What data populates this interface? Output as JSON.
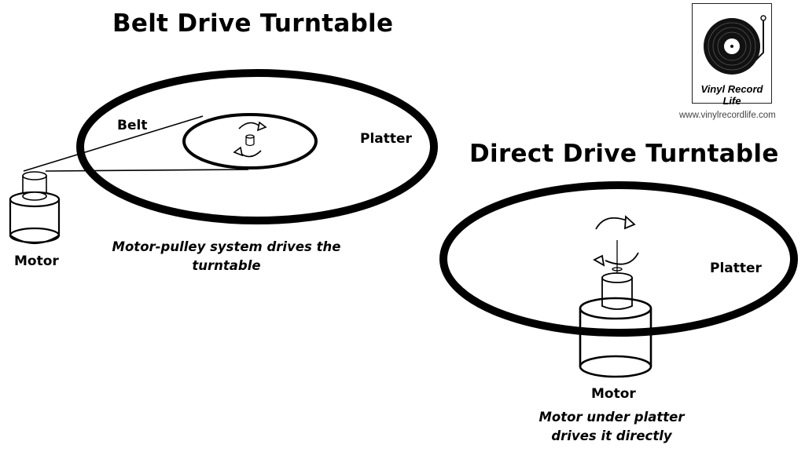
{
  "belt": {
    "title": "Belt Drive Turntable",
    "belt_label": "Belt",
    "platter_label": "Platter",
    "motor_label": "Motor",
    "caption_line1": "Motor-pulley system drives the",
    "caption_line2": "turntable"
  },
  "direct": {
    "title": "Direct Drive Turntable",
    "platter_label": "Platter",
    "motor_label": "Motor",
    "caption_line1": "Motor under platter",
    "caption_line2": "drives it directly"
  },
  "logo": {
    "name": "Vinyl Record Life",
    "url": "www.vinylrecordlife.com"
  }
}
